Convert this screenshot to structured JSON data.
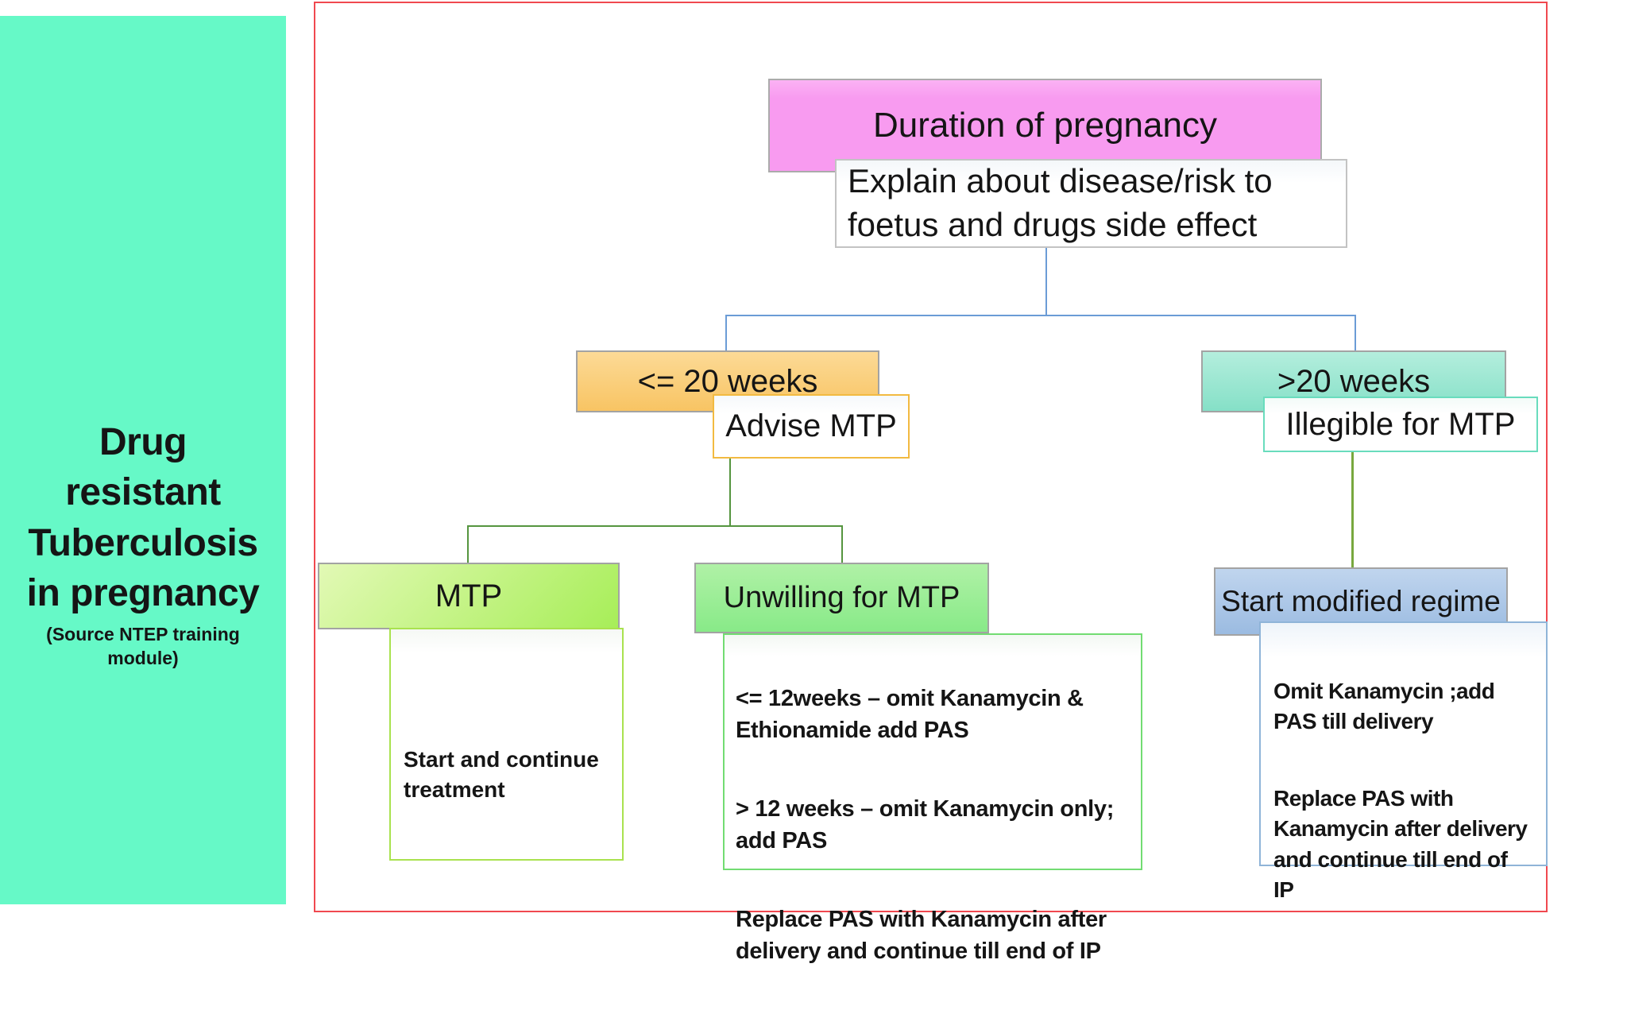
{
  "sidebar": {
    "title": "Drug\nresistant\nTuberculosis\nin pregnancy",
    "source_note": "(Source NTEP training\nmodule)",
    "bg_color": "#66F9C7"
  },
  "flowchart": {
    "frame_border_color": "#F0484F",
    "root": {
      "label": "Duration of pregnancy",
      "bg_color": "#F89BF0"
    },
    "explain_note": {
      "text": "Explain about disease/risk to\nfoetus and drugs side effect"
    },
    "left_branch": {
      "condition": {
        "label": "<= 20 weeks",
        "bg_color": "#F8C463"
      },
      "action": {
        "label": "Advise MTP",
        "border_color": "#F2BA41"
      },
      "outcome_mtp": {
        "label": "MTP",
        "bg_color": "#A7EE58",
        "note": "Start and continue\ntreatment"
      },
      "outcome_unwilling": {
        "label": "Unwilling for MTP",
        "bg_color": "#88EA88",
        "notes": [
          "<= 12weeks – omit Kanamycin  &\nEthionamide add PAS",
          "> 12 weeks – omit Kanamycin only;\nadd PAS",
          "Replace PAS with Kanamycin after\ndelivery and continue till end of IP"
        ]
      }
    },
    "right_branch": {
      "condition": {
        "label": ">20 weeks",
        "bg_color": "#85E0C7"
      },
      "action": {
        "label": "Illegible for MTP",
        "border_color": "#69DCBD"
      },
      "regime": {
        "label": "Start modified regime",
        "bg_color": "#9BBBE1",
        "notes": [
          "Omit Kanamycin ;add\nPAS till delivery",
          "Replace PAS with\nKanamycin after delivery\nand continue till end of\nIP"
        ]
      }
    },
    "connector_colors": {
      "blue": "#6B9CD6",
      "green": "#55953F",
      "olive": "#78A83E"
    }
  }
}
